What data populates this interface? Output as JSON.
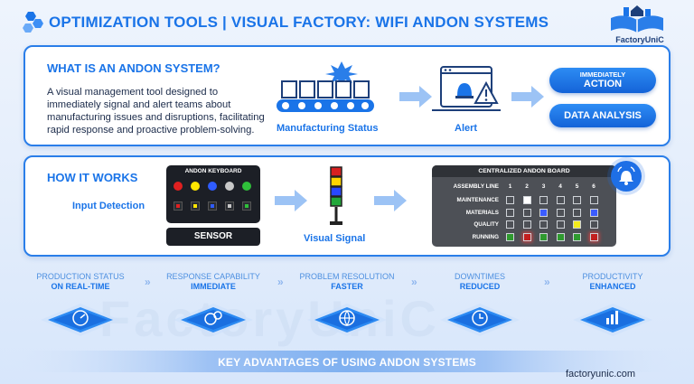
{
  "header": {
    "title": "OPTIMIZATION TOOLS | VISUAL FACTORY: WIFI ANDON SYSTEMS",
    "brand": "FactoryUniC"
  },
  "what_is": {
    "title": "WHAT IS AN ANDON SYSTEM?",
    "description": "A visual management tool designed to immediately signal and alert teams about manufacturing issues and disruptions, facilitating rapid response and proactive problem-solving.",
    "manufacturing_status": "Manufacturing Status",
    "alert": "Alert",
    "action_line1": "IMMEDIATELY",
    "action_line2": "ACTION",
    "data_analysis": "DATA ANALYSIS"
  },
  "how_it_works": {
    "title": "HOW IT WORKS",
    "input_detection": "Input Detection",
    "keyboard_title": "ANDON KEYBOARD",
    "sensor": "SENSOR",
    "visual_signal": "Visual Signal",
    "button_colors": [
      "#e02020",
      "#ffe600",
      "#2f5cff",
      "#c8c8c8",
      "#2fbf3a"
    ],
    "board": {
      "title": "CENTRALIZED ANDON BOARD",
      "columns_label": "ASSEMBLY LINE",
      "columns": [
        "1",
        "2",
        "3",
        "4",
        "5",
        "6"
      ],
      "rows": [
        {
          "label": "MAINTENANCE",
          "cells": [
            "",
            "#ffffff",
            "",
            "",
            "",
            ""
          ]
        },
        {
          "label": "MATERIALS",
          "cells": [
            "",
            "",
            "#3b5cff",
            "",
            "",
            "#3b5cff"
          ]
        },
        {
          "label": "QUALITY",
          "cells": [
            "",
            "",
            "",
            "",
            "#f2ea1c",
            ""
          ]
        },
        {
          "label": "RUNNING",
          "cells": [
            "#2f9a2f",
            "#c21f1f",
            "#2f9a2f",
            "#2f9a2f",
            "#2f9a2f",
            "#c21f1f"
          ]
        }
      ]
    }
  },
  "advantages": [
    {
      "line1": "PRODUCTION STATUS",
      "line2": "ON REAL-TIME",
      "icon": "speedometer-icon"
    },
    {
      "line1": "RESPONSE CAPABILITY",
      "line2": "IMMEDIATE",
      "icon": "gears-icon"
    },
    {
      "line1": "PROBLEM RESOLUTION",
      "line2": "FASTER",
      "icon": "globe-icon"
    },
    {
      "line1": "DOWNTIMES",
      "line2": "REDUCED",
      "icon": "clock-icon"
    },
    {
      "line1": "PRODUCTIVITY",
      "line2": "ENHANCED",
      "icon": "bar-chart-icon"
    }
  ],
  "footer": {
    "key_advantages": "KEY ADVANTAGES OF USING ANDON SYSTEMS",
    "url": "factoryunic.com"
  },
  "watermark": "FactoryUniC",
  "colors": {
    "accent": "#1a74e8",
    "panel_border": "#2a7ee9",
    "board_bg": "#4d5056"
  }
}
